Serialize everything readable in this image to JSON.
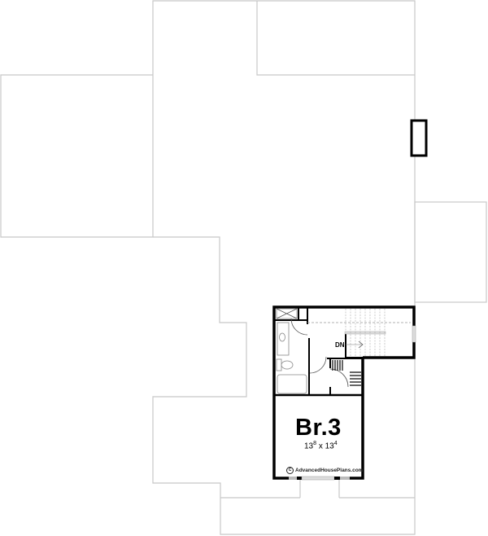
{
  "plan": {
    "room": {
      "name": "Br.3",
      "width_ft": "13",
      "width_in": "8",
      "length_ft": "13",
      "length_in": "4",
      "separator": "x"
    },
    "stair_label": "DN",
    "watermark": "AdvancedHousePlans.com",
    "copyright_symbol": "C"
  },
  "colors": {
    "roof_lines": "#c8c8c8",
    "walls": "#000000",
    "background": "#ffffff"
  }
}
